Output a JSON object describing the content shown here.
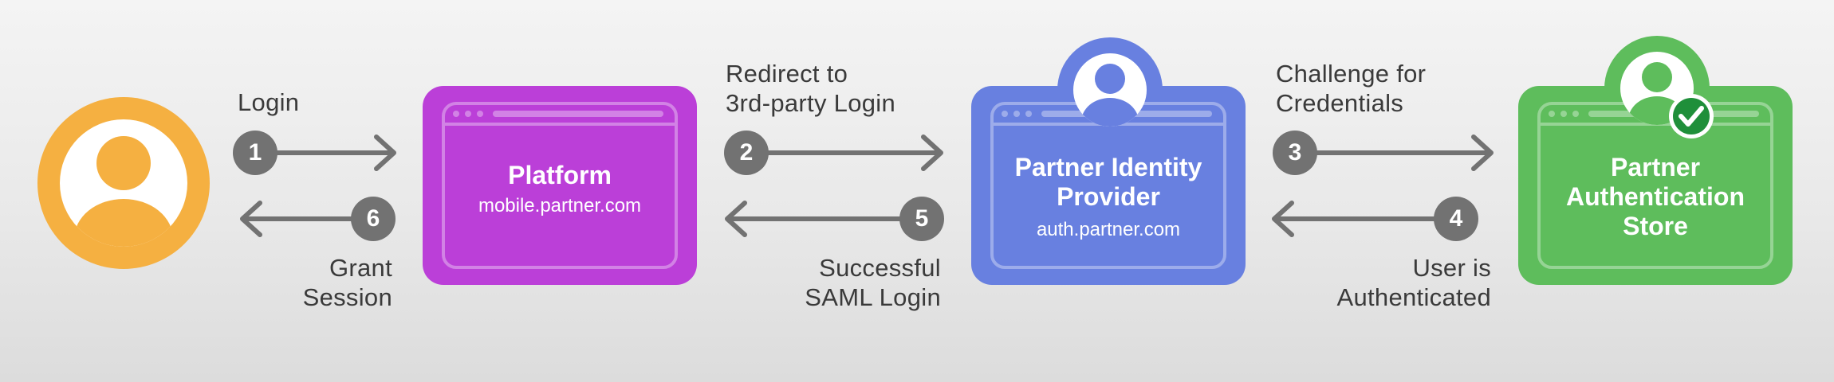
{
  "colors": {
    "user": "#f5b041",
    "platform": "#bb3fd8",
    "identity_provider": "#6880e0",
    "auth_store": "#5ebd5c",
    "arrow": "#727272",
    "label": "#3a3a3a"
  },
  "nodes": {
    "user": {
      "icon": "user-icon"
    },
    "platform": {
      "title": "Platform",
      "subtitle": "mobile.partner.com",
      "icon": "browser-window-icon"
    },
    "identity_provider": {
      "title_line1": "Partner Identity",
      "title_line2": "Provider",
      "subtitle": "auth.partner.com",
      "icon": "user-icon"
    },
    "auth_store": {
      "title_line1": "Partner",
      "title_line2": "Authentication",
      "title_line3": "Store",
      "icon": "verified-user-icon"
    }
  },
  "steps": [
    {
      "number": "1",
      "label_lines": [
        "Login"
      ]
    },
    {
      "number": "2",
      "label_lines": [
        "Redirect to",
        "3rd-party Login"
      ]
    },
    {
      "number": "3",
      "label_lines": [
        "Challenge for",
        "Credentials"
      ]
    },
    {
      "number": "4",
      "label_lines": [
        "User is",
        "Authenticated"
      ]
    },
    {
      "number": "5",
      "label_lines": [
        "Successful",
        "SAML Login"
      ]
    },
    {
      "number": "6",
      "label_lines": [
        "Grant",
        "Session"
      ]
    }
  ]
}
